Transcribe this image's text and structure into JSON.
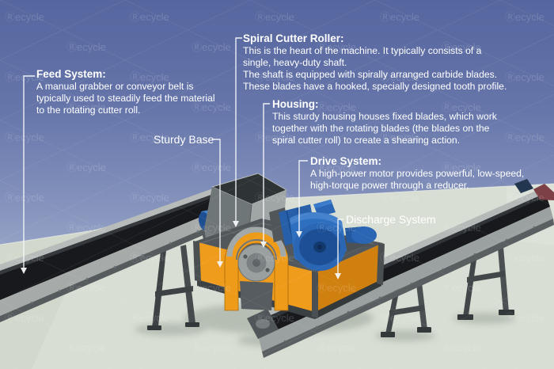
{
  "callouts": {
    "feed_system": {
      "title": "Feed System:",
      "lines": [
        "A manual grabber or conveyor belt is",
        "typically used to steadily feed the material",
        "to the rotating cutter roll."
      ]
    },
    "spiral_cutter_roller": {
      "title": "Spiral Cutter Roller:",
      "lines": [
        "This is the heart of the machine. It typically consists of a",
        "single, heavy-duty shaft.",
        "The shaft is equipped with spirally arranged carbide blades.",
        "These blades have a hooked, specially designed tooth profile."
      ]
    },
    "housing": {
      "title": "Housing:",
      "lines": [
        "This sturdy housing houses fixed blades, which work",
        "together with the rotating blades (the blades on the",
        "spiral cutter roll) to create a shearing action."
      ]
    },
    "drive_system": {
      "title": "Drive System:",
      "lines": [
        "A high-power motor provides powerful, low-speed,",
        "high-torque power through a reducer."
      ]
    },
    "sturdy_base": {
      "label": "Sturdy Base"
    },
    "discharge_system": {
      "label": "Discharge System"
    }
  },
  "watermark": {
    "text": "Ⓡecycle"
  },
  "palette": {
    "sky_top": "#56669f",
    "sky_horizon": "#9aa7c9",
    "ground": "#d8ded3",
    "machine_orange": "#ef9c1d",
    "motor_blue": "#2f6fc0",
    "belt_black": "#17191c",
    "frame_gray": "#a9aeae",
    "label_text": "#ffffff"
  }
}
